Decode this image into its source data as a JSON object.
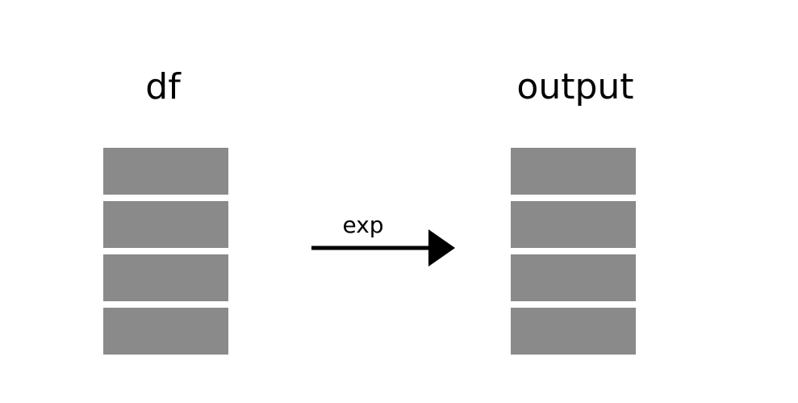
{
  "input": {
    "label": "df",
    "rows": 4
  },
  "transform": {
    "label": "exp"
  },
  "output": {
    "label": "output",
    "rows": 4
  },
  "colors": {
    "row_fill": "#8a8a8a",
    "arrow": "#000000",
    "text": "#000000",
    "background": "#ffffff"
  }
}
